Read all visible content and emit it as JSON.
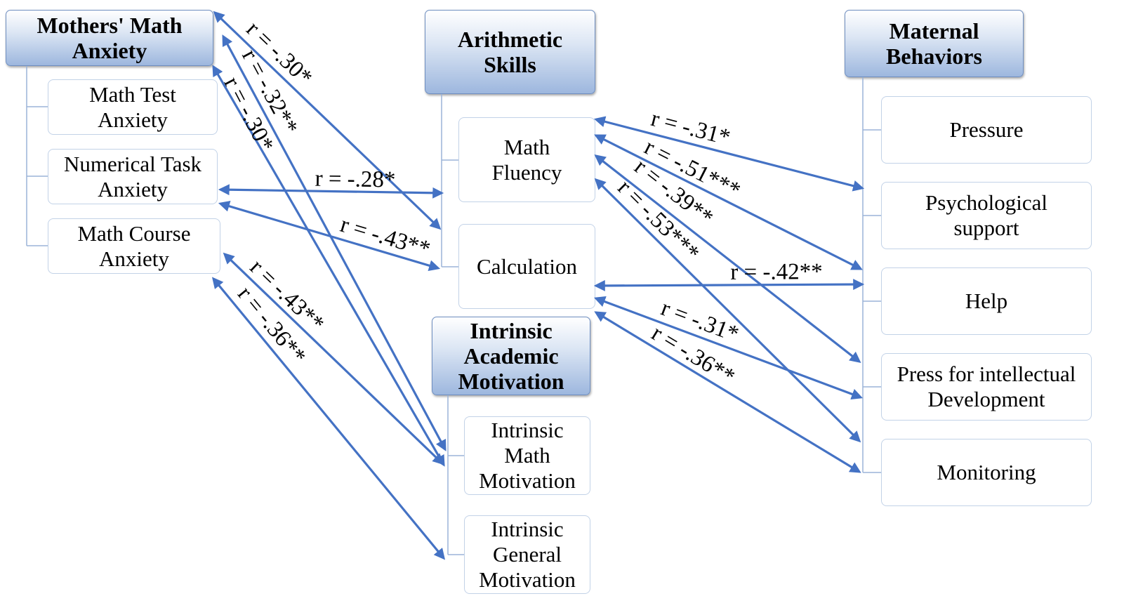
{
  "groups": {
    "mothers": {
      "title": "Mothers' Math\nAnxiety",
      "items": [
        "Math Test\nAnxiety",
        "Numerical Task\nAnxiety",
        "Math Course\nAnxiety"
      ]
    },
    "arith": {
      "title": "Arithmetic\nSkills",
      "items": [
        "Math\nFluency",
        "Calculation"
      ]
    },
    "motiv": {
      "title": "Intrinsic\nAcademic\nMotivation",
      "items": [
        "Intrinsic\nMath\nMotivation",
        "Intrinsic\nGeneral\nMotivation"
      ]
    },
    "maternal": {
      "title": "Maternal\nBehaviors",
      "items": [
        "Pressure",
        "Psychological\nsupport",
        "Help",
        "Press for intellectual\nDevelopment",
        "Monitoring"
      ]
    }
  },
  "correlations": {
    "mma_imm": "r = -.30*",
    "mma_igm": "r = -.32**",
    "mma_calc": "r = -.30*",
    "nta_fluency": "r = -.28*",
    "nta_calc": "r = -.43**",
    "mca_imm": "r = -.43**",
    "mca_igm": "r = -.36**",
    "flu_pressure": "r = -.31*",
    "flu_help": "r = -.51***",
    "flu_press": "r = -.39**",
    "flu_monitor": "r = -.53***",
    "calc_help": "r = -.42**",
    "calc_press": "r = -.31*",
    "calc_monitor": "r = -.36**"
  },
  "colors": {
    "arrow": "#4472c4",
    "connector": "#9bb3d8"
  }
}
